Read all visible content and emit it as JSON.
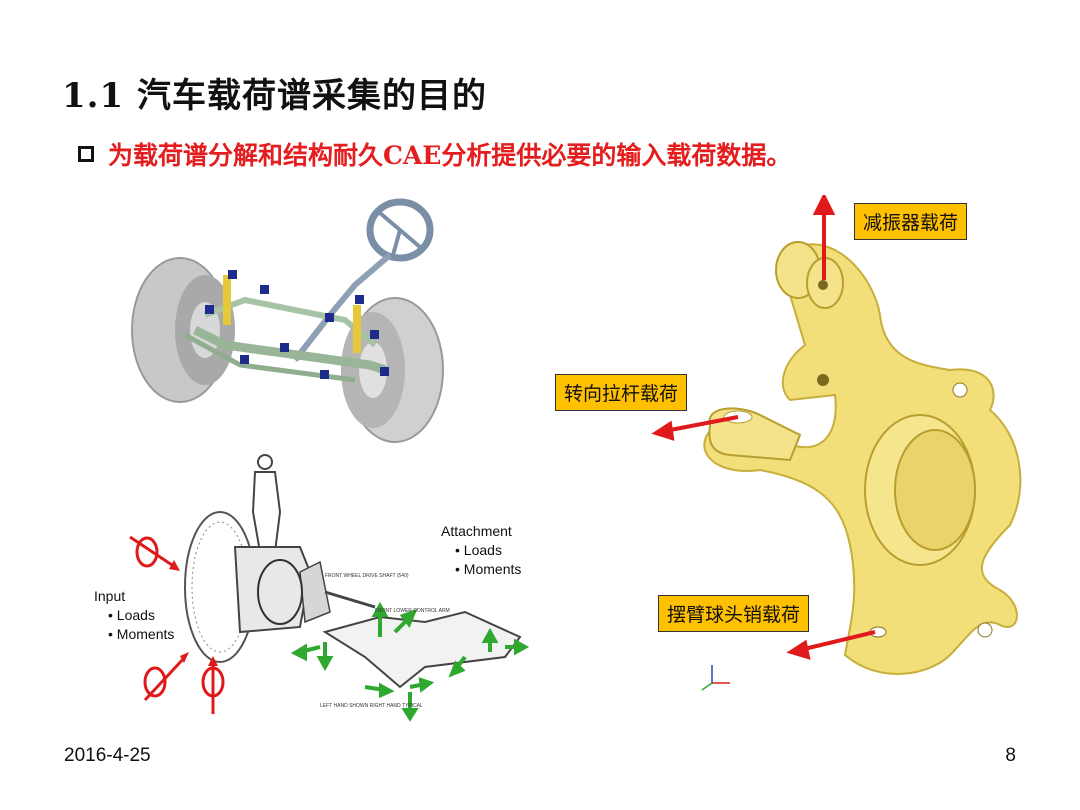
{
  "slide": {
    "title": "1.1 汽车载荷谱采集的目的",
    "bullet": "为载荷谱分解和结构耐久CAE分析提供必要的输入载荷数据。",
    "date": "2016-4-25",
    "page_number": "8"
  },
  "diagram_left": {
    "attachment_title": "Attachment",
    "attachment_items": [
      "Loads",
      "Moments"
    ],
    "input_title": "Input",
    "input_items": [
      "Loads",
      "Moments"
    ],
    "small_labels": [
      "FRONT WHEEL DRIVE SHAFT (540)",
      "FRONT LOWER CONTROL ARM",
      "LEFT HAND SHOWN RIGHT HAND TYPICAL"
    ]
  },
  "knuckle": {
    "labels": {
      "damper": "减振器载荷",
      "tie_rod": "转向拉杆载荷",
      "ball_joint": "摆臂球头销载荷"
    },
    "colors": {
      "part": "#f2df7a",
      "arrow": "#e01a1a",
      "label_bg": "#ffc000"
    }
  }
}
